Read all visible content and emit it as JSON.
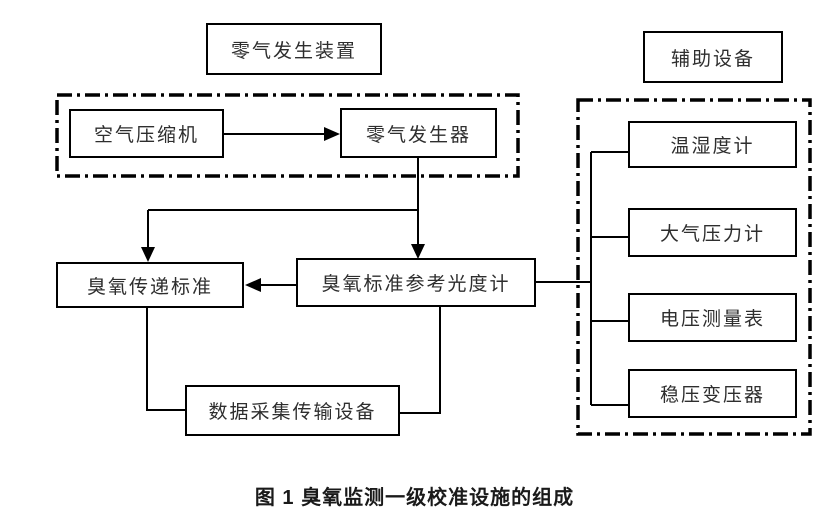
{
  "figure": {
    "caption": "图 1  臭氧监测一级校准设施的组成"
  },
  "groups": {
    "zero_air": {
      "label": "零气发生装置"
    },
    "auxiliary": {
      "label": "辅助设备"
    }
  },
  "nodes": {
    "air_compressor": {
      "label": "空气压缩机"
    },
    "zero_air_generator": {
      "label": "零气发生器"
    },
    "ozone_transfer_standard": {
      "label": "臭氧传递标准"
    },
    "ozone_srp": {
      "label": "臭氧标准参考光度计"
    },
    "data_acquisition": {
      "label": "数据采集传输设备"
    },
    "thermo_hygrometer": {
      "label": "温湿度计"
    },
    "barometer": {
      "label": "大气压力计"
    },
    "voltmeter": {
      "label": "电压测量表"
    },
    "voltage_stabilizer": {
      "label": "稳压变压器"
    }
  },
  "colors": {
    "line": "#000000",
    "text": "#2e2e2e",
    "background": "#ffffff"
  }
}
